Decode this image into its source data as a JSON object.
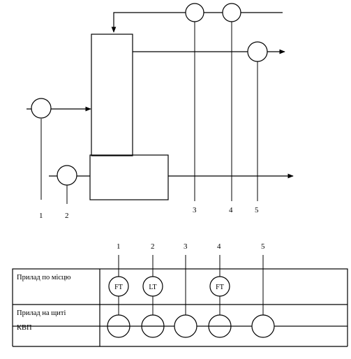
{
  "process_labels": [
    "1",
    "2",
    "3",
    "4",
    "5"
  ],
  "panel_labels": [
    "1",
    "2",
    "3",
    "4",
    "5"
  ],
  "instruments": {
    "1": "FT",
    "2": "LT",
    "4": "FT"
  },
  "table": {
    "row1_label": "Прилад по місцю",
    "row2_label_line1": "Прилад на щиті",
    "row2_label_line2": "КВП"
  }
}
